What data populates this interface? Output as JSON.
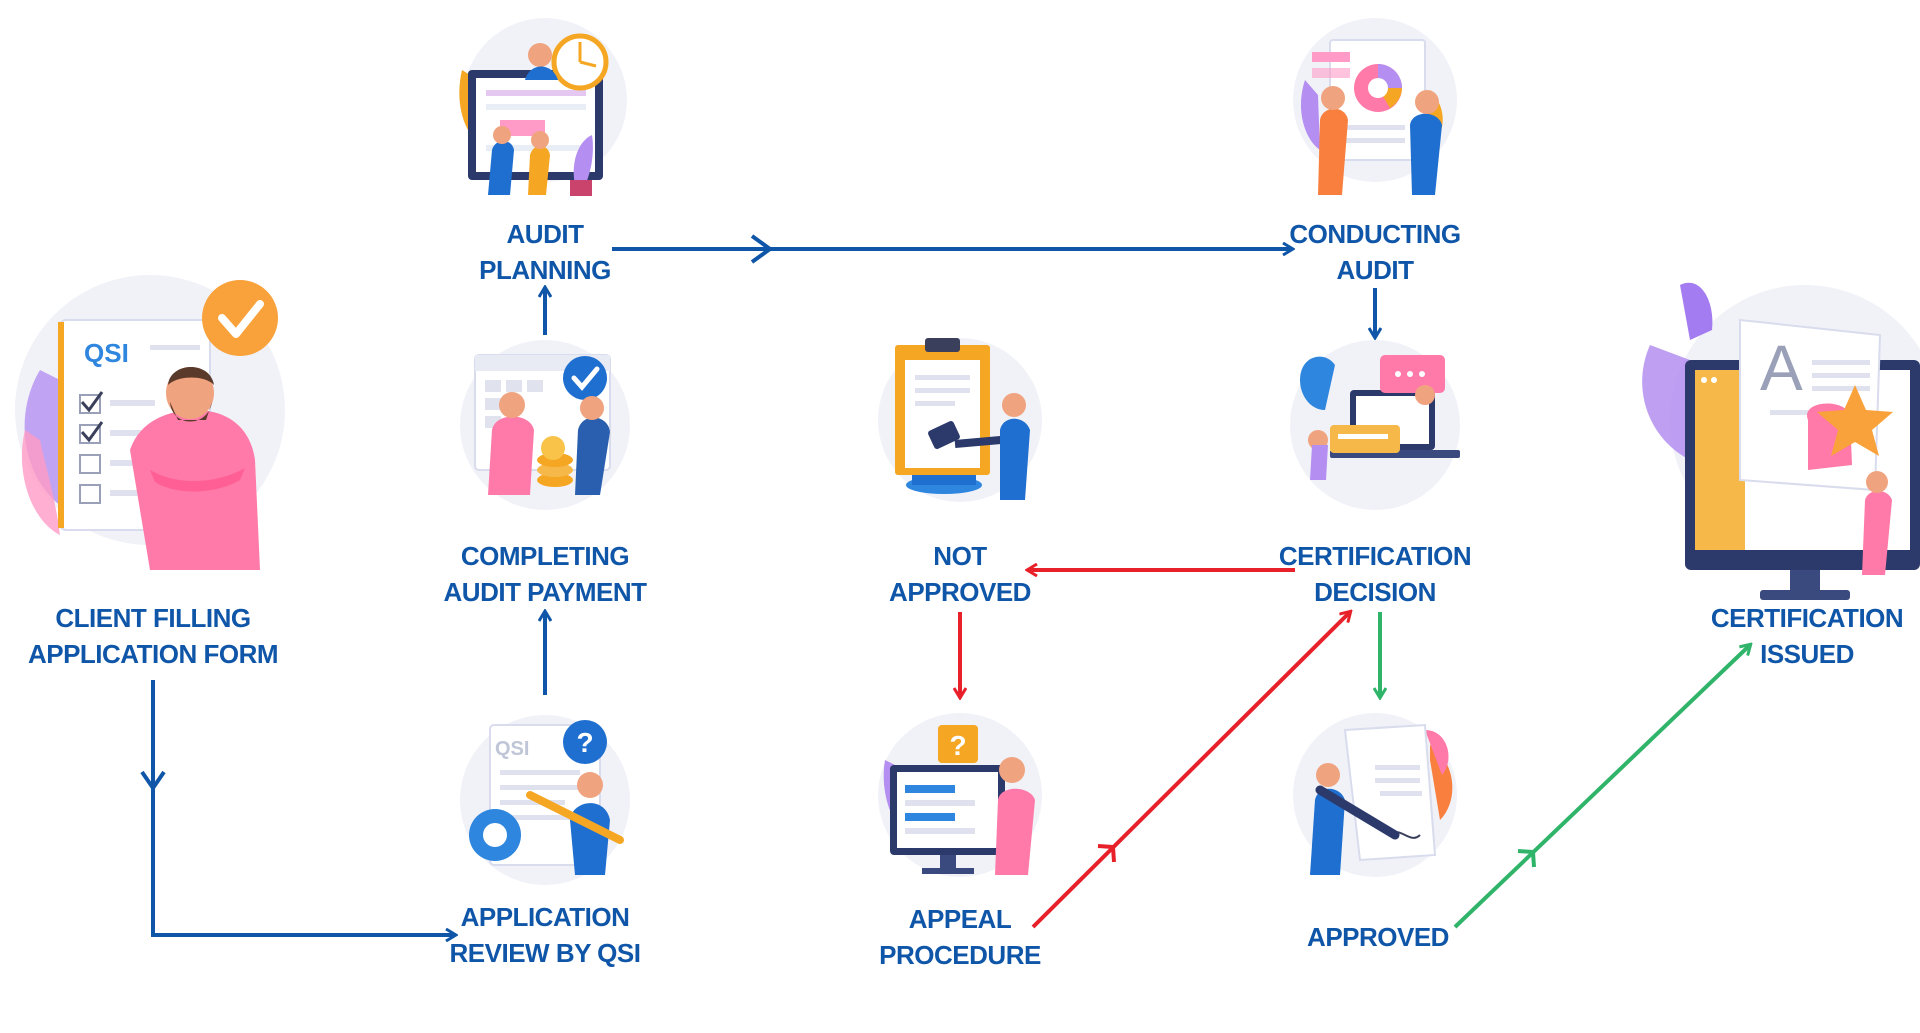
{
  "colors": {
    "label": "#0f56a8",
    "flow": "#0f56a8",
    "reject": "#e8202a",
    "approve": "#2fb46a"
  },
  "steps": {
    "client_filling": {
      "lines": [
        "CLIENT FILLING",
        "APPLICATION FORM"
      ],
      "icon": "application-form-illustration",
      "logo": "QSI"
    },
    "application_review": {
      "lines": [
        "APPLICATION",
        "REVIEW BY QSI"
      ],
      "icon": "review-illustration",
      "logo": "QSI"
    },
    "completing_payment": {
      "lines": [
        "COMPLETING",
        "AUDIT PAYMENT"
      ],
      "icon": "payment-illustration"
    },
    "audit_planning": {
      "lines": [
        "AUDIT",
        "PLANNING"
      ],
      "icon": "planning-illustration"
    },
    "conducting_audit": {
      "lines": [
        "CONDUCTING",
        "AUDIT"
      ],
      "icon": "audit-illustration"
    },
    "certification_decision": {
      "lines": [
        "CERTIFICATION",
        "DECISION"
      ],
      "icon": "decision-illustration"
    },
    "not_approved": {
      "lines": [
        "NOT",
        "APPROVED"
      ],
      "icon": "gavel-illustration"
    },
    "appeal_procedure": {
      "lines": [
        "APPEAL",
        "PROCEDURE"
      ],
      "icon": "appeal-illustration"
    },
    "approved": {
      "lines": [
        "APPROVED"
      ],
      "icon": "signing-illustration"
    },
    "certification_issued": {
      "lines": [
        "CERTIFICATION",
        "ISSUED"
      ],
      "icon": "certificate-illustration",
      "logo": "A"
    }
  }
}
